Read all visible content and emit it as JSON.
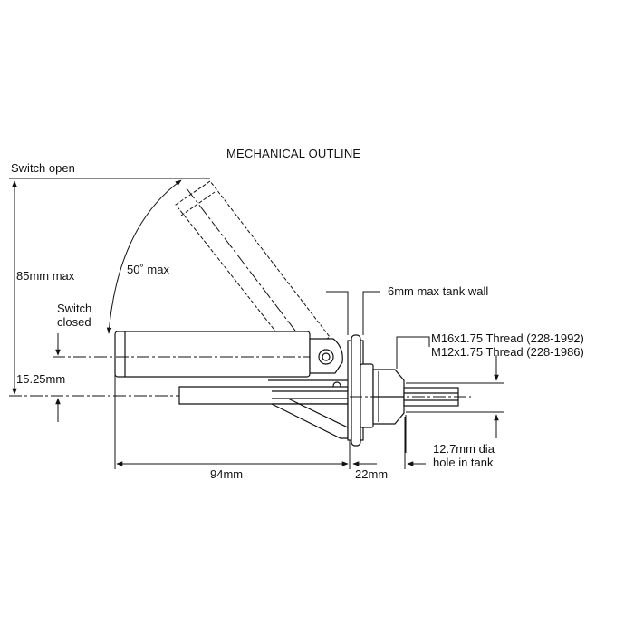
{
  "title": "MECHANICAL OUTLINE",
  "labels": {
    "switch_open": "Switch open",
    "max_height": "85mm max",
    "angle": "50˚ max",
    "switch_closed_line1": "Switch",
    "switch_closed_line2": "closed",
    "offset": "15.25mm",
    "length": "94mm",
    "thread_length": "22mm",
    "tank_wall": "6mm max tank wall",
    "thread_m16": "M16x1.75 Thread (228-1992)",
    "thread_m12": "M12x1.75 Thread (228-1986)",
    "hole_line1": "12.7mm dia",
    "hole_line2": "hole in tank"
  }
}
